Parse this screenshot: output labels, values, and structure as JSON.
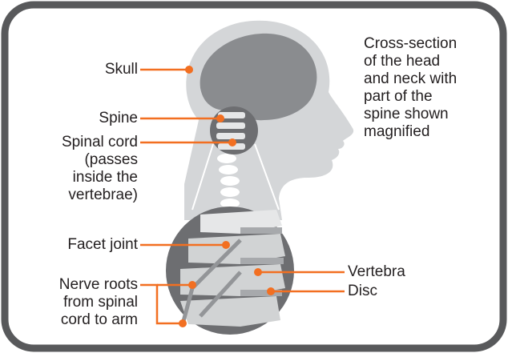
{
  "labels": {
    "skull": "Skull",
    "spine": "Spine",
    "spinal_cord": [
      "Spinal cord",
      "(passes",
      "inside the",
      "vertebrae)"
    ],
    "facet_joint": "Facet joint",
    "nerve_roots": [
      "Nerve roots",
      "from spinal",
      "cord to arm"
    ],
    "vertebra": "Vertebra",
    "disc": "Disc"
  },
  "caption": [
    "Cross-section",
    "of the head",
    "and neck with",
    "part of the",
    "spine shown",
    "magnified"
  ],
  "colors": {
    "frame": "#58595b",
    "leader": "#f26f21",
    "text": "#231f20",
    "brain": "#8a8c8f",
    "head": "#d4d6d8",
    "circle": "#6d6e71"
  }
}
